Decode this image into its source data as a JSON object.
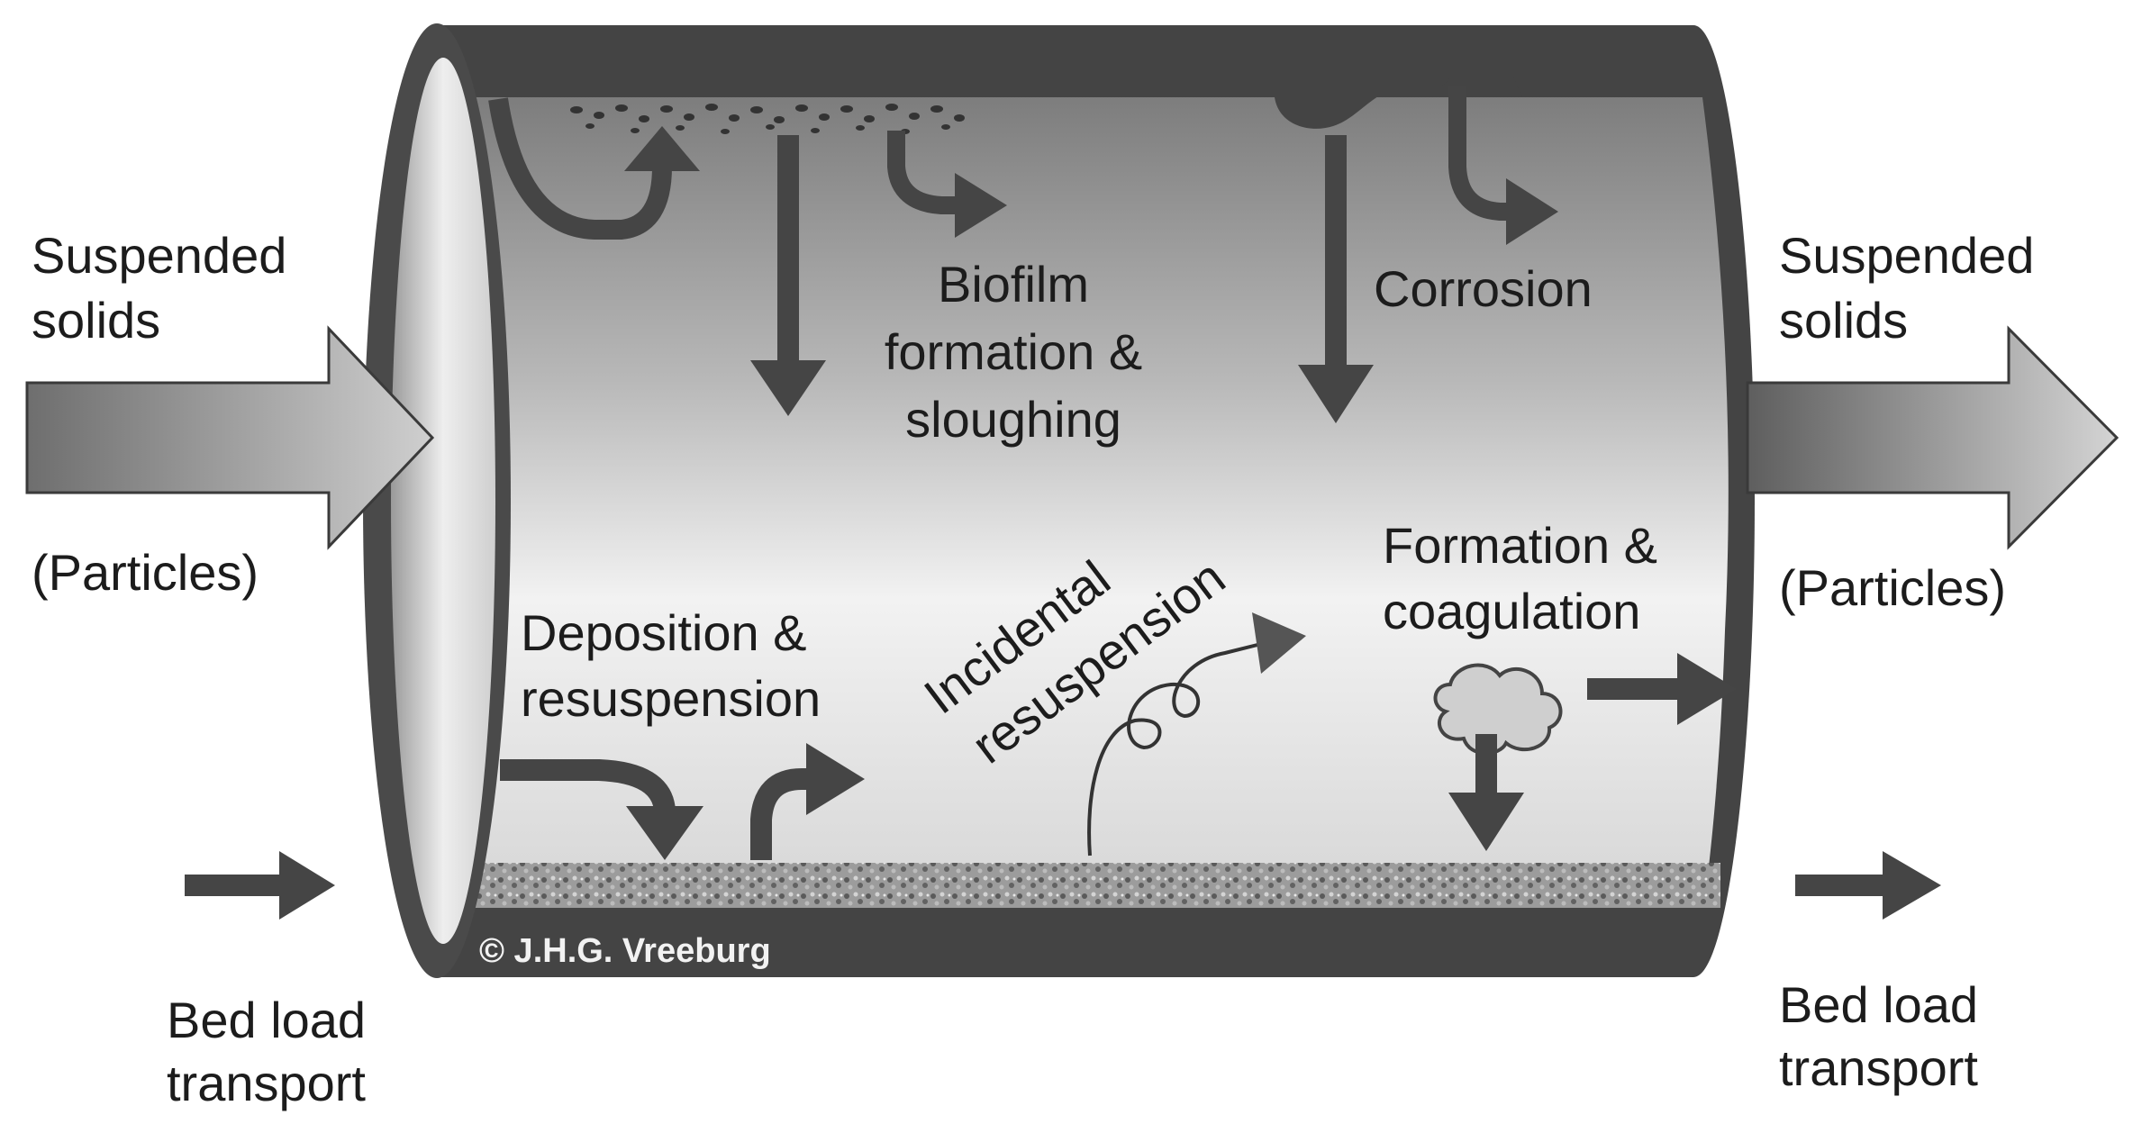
{
  "left": {
    "suspended_line1": "Suspended",
    "suspended_line2": "solids",
    "particles": "(Particles)",
    "bed_line1": "Bed load",
    "bed_line2": "transport"
  },
  "right": {
    "suspended_line1": "Suspended",
    "suspended_line2": "solids",
    "particles": "(Particles)",
    "bed_line1": "Bed load",
    "bed_line2": "transport"
  },
  "processes": {
    "biofilm_line1": "Biofilm",
    "biofilm_line2": "formation &",
    "biofilm_line3": "sloughing",
    "corrosion": "Corrosion",
    "formation_line1": "Formation &",
    "formation_line2": "coagulation",
    "deposition_line1": "Deposition &",
    "deposition_line2": "resuspension",
    "incidental_line1": "Incidental",
    "incidental_line2": "resuspension"
  },
  "copyright": "© J.H.G. Vreeburg",
  "colors": {
    "pipe_dark": "#444444",
    "arrow_dark": "#454545",
    "text": "#1c1c1c"
  }
}
